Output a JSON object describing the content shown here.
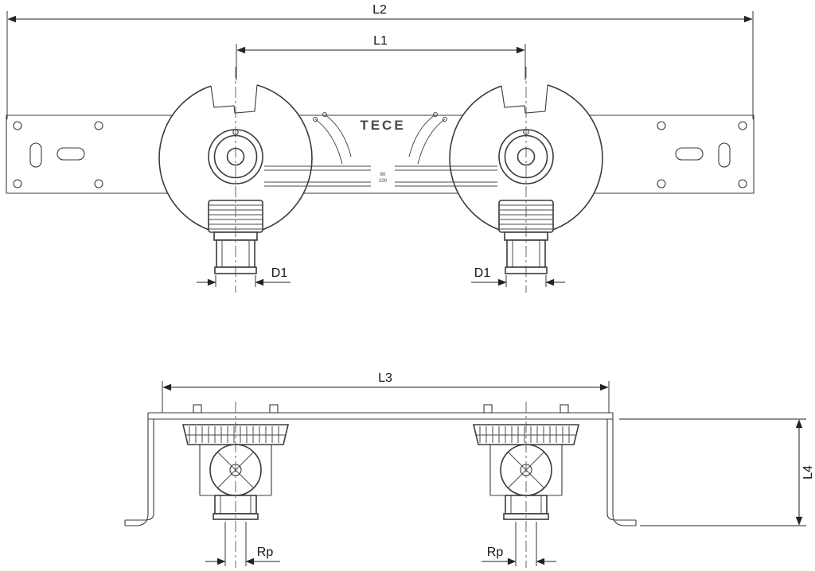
{
  "colors": {
    "line": "#3b3b3b",
    "dimension": "#222222",
    "background": "#ffffff",
    "brand_gray": "#4a4a4a"
  },
  "front_view": {
    "dim_l2": "L2",
    "dim_l1": "L1",
    "dim_d1_left": "D1",
    "dim_d1_right": "D1",
    "brand": "TECE",
    "depth_marks": [
      "80",
      "100"
    ]
  },
  "plan_view": {
    "dim_l3": "L3",
    "dim_l4": "L4",
    "dim_rp_left": "Rp",
    "dim_rp_right": "Rp"
  }
}
